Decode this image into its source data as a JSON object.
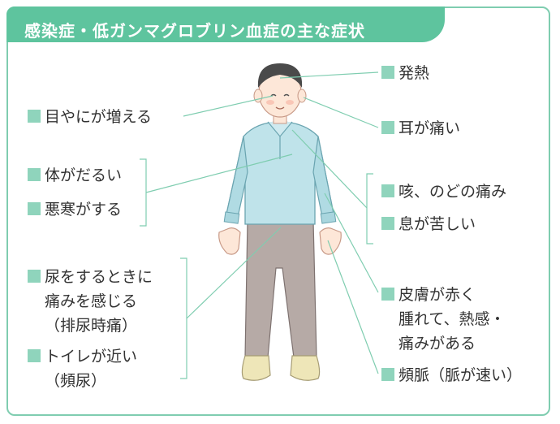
{
  "title": "感染症・低ガンマグロブリン血症の主な症状",
  "accent_color": "#5ec49e",
  "bullet_color": "#8fd4bc",
  "symptoms": {
    "fever": "発熱",
    "eye_discharge": "目やにが増える",
    "ear_pain": "耳が痛い",
    "fatigue": "体がだるい",
    "chills": "悪寒がする",
    "cough_sore_throat": "咳、のどの痛み",
    "shortness_of_breath": "息が苦しい",
    "painful_urination": {
      "line1": "尿をするときに",
      "line2": "痛みを感じる",
      "line3": "（排尿時痛）"
    },
    "frequent_urination": {
      "line1": "トイレが近い",
      "line2": "（頻尿）"
    },
    "skin_redness": {
      "line1": "皮膚が赤く",
      "line2": "腫れて、熱感・",
      "line3": "痛みがある"
    },
    "tachycardia": "頻脈（脈が速い）"
  }
}
